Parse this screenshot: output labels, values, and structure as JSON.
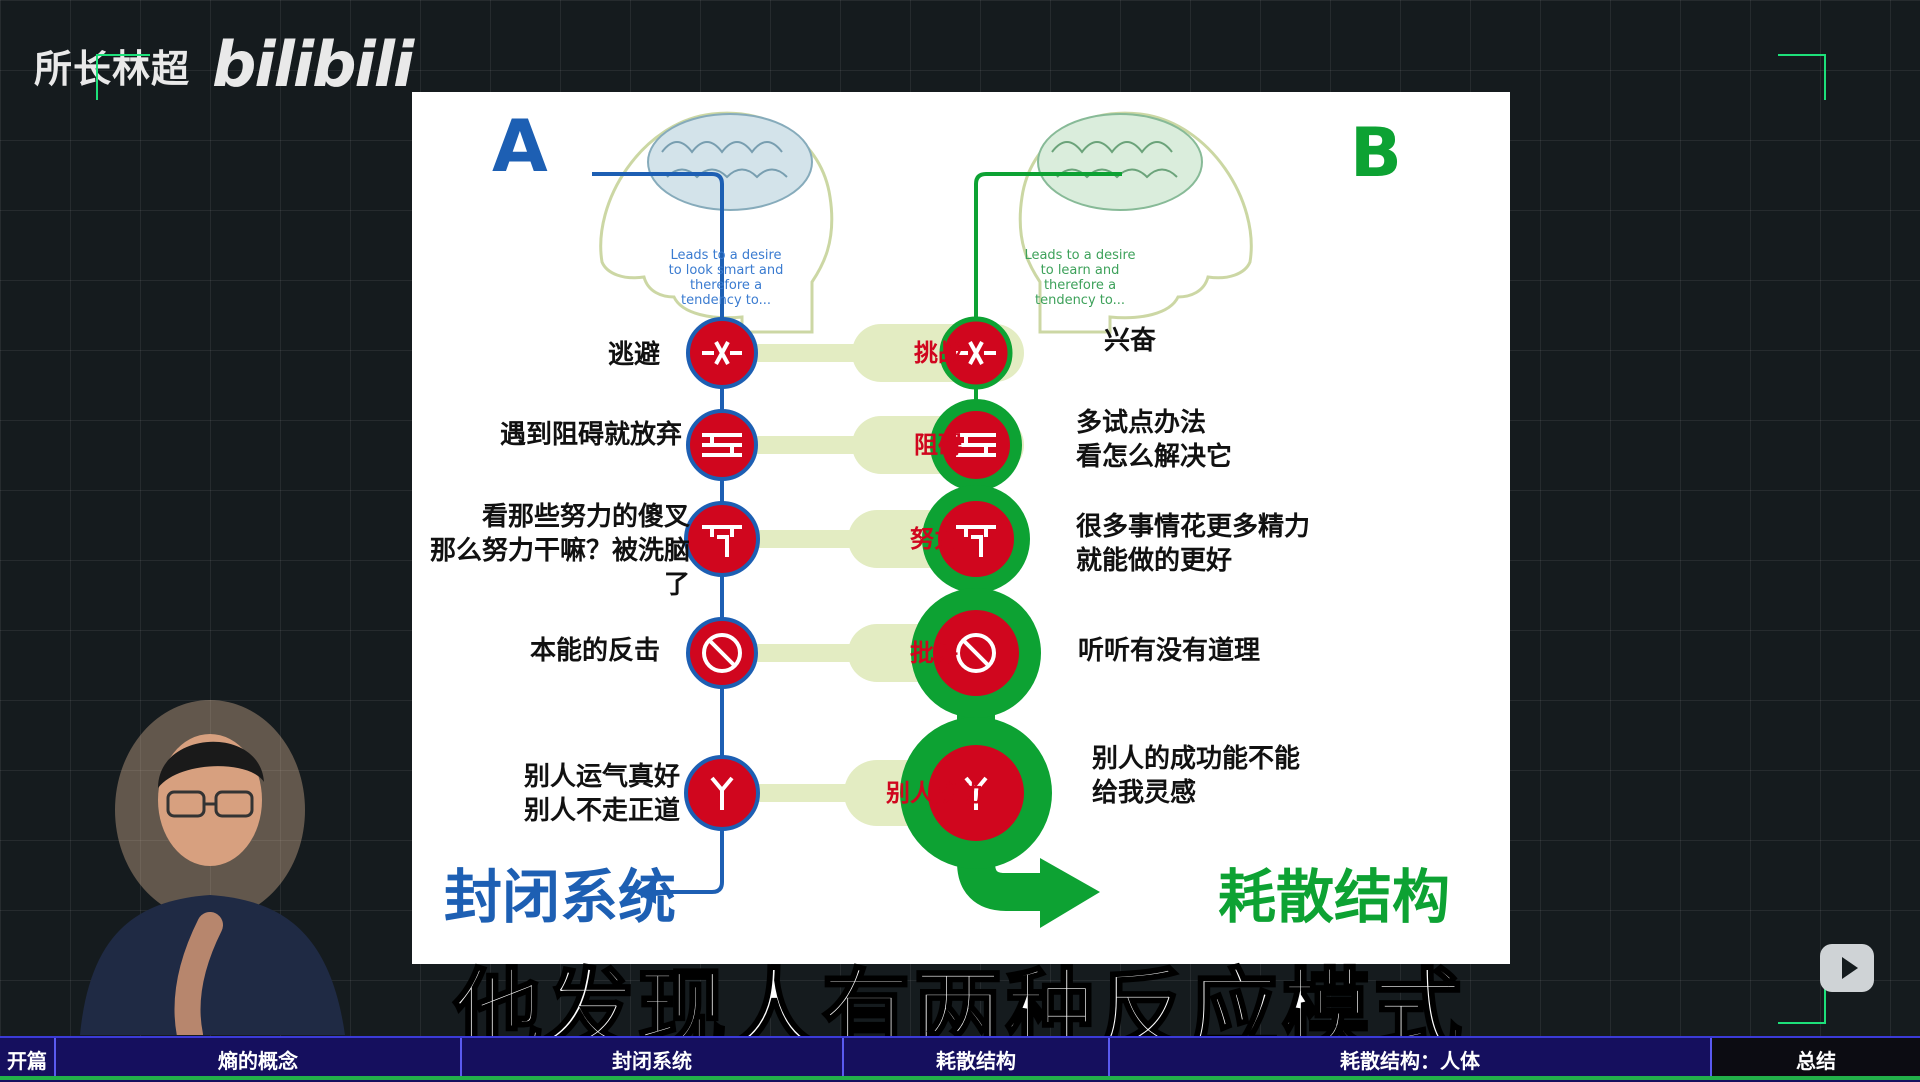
{
  "watermark": {
    "channel": "所长林超",
    "platform": "bilibili"
  },
  "slide": {
    "label_a": "A",
    "label_b": "B",
    "brain_note_a": "Leads to a desire to look smart and therefore a tendency to...",
    "brain_note_b": "Leads to a desire to learn and therefore a tendency to...",
    "rows": [
      {
        "challenge": "挑战",
        "left": [
          "逃避"
        ],
        "right": [
          "兴奋"
        ],
        "icon": "collision-icon"
      },
      {
        "challenge": "阻碍",
        "left": [
          "遇到阻碍就放弃"
        ],
        "right": [
          "多试点办法",
          "看怎么解决它"
        ],
        "icon": "brick-wall-icon"
      },
      {
        "challenge": "努力",
        "left": [
          "看那些努力的傻叉",
          "那么努力干嘛？被洗脑了"
        ],
        "right": [
          "很多事情花更多精力",
          "就能做的更好"
        ],
        "icon": "weightlifter-icon"
      },
      {
        "challenge": "批评",
        "left": [
          "本能的反击"
        ],
        "right": [
          "听听有没有道理"
        ],
        "icon": "prohibition-icon"
      },
      {
        "challenge": "别人成功",
        "left": [
          "别人运气真好",
          "别人不走正道"
        ],
        "right": [
          "别人的成功能不能",
          "给我灵感"
        ],
        "icon": "person-icon"
      }
    ],
    "closed_system": "封闭系统",
    "dissipative_structure": "耗散结构",
    "colors": {
      "blue": "#1d5fb3",
      "green": "#0da233",
      "red": "#d0061e",
      "pill": "#e3ecc2"
    }
  },
  "subtitle": "他发现人有两种反应模式",
  "chapters": [
    {
      "label": "开篇",
      "active": false
    },
    {
      "label": "熵的概念",
      "active": false
    },
    {
      "label": "封闭系统",
      "active": false
    },
    {
      "label": "耗散结构",
      "active": false
    },
    {
      "label": "耗散结构：人体",
      "active": false
    },
    {
      "label": "总结",
      "active": true
    }
  ]
}
